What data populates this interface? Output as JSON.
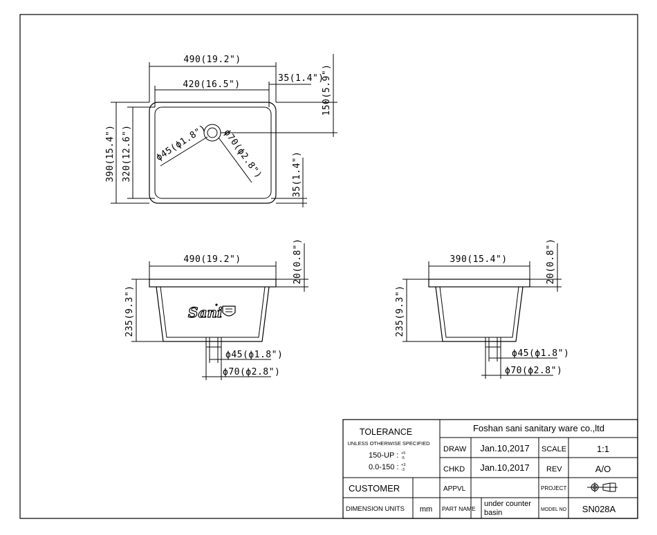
{
  "drawing": {
    "top_view": {
      "overall_width": "490(19.2\")",
      "inner_width": "420(16.5\")",
      "rim_right": "35(1.4\")",
      "overall_depth": "390(15.4\")",
      "inner_depth": "320(12.6\")",
      "drain_center_offset": "150(5.9\")",
      "rim_bottom": "35(1.4\")",
      "drain_small": "ϕ45(ϕ1.8\")",
      "drain_large": "ϕ70(ϕ2.8\")"
    },
    "front_view": {
      "width": "490(19.2\")",
      "rim_thickness": "20(0.8\")",
      "height": "235(9.3\")",
      "drain_small": "ϕ45(ϕ1.8\")",
      "drain_large": "ϕ70(ϕ2.8\")",
      "logo_text": "Sani"
    },
    "side_view": {
      "width": "390(15.4\")",
      "rim_thickness": "20(0.8\")",
      "height": "235(9.3\")",
      "drain_small": "ϕ45(ϕ1.8\")",
      "drain_large": "ϕ70(ϕ2.8\")"
    }
  },
  "title_block": {
    "tolerance_label": "TOLERANCE",
    "unless_label": "UNLESS OTHERWISE SPECIFIED",
    "tol_line1": "150-UP :",
    "tol_line1_sup": "+5",
    "tol_line1_sub": "-5",
    "tol_line2": "0.0-150 :",
    "tol_line2_sup": "+3",
    "tol_line2_sub": "-3",
    "company": "Foshan sani sanitary ware co.,ltd",
    "draw_label": "DRAW",
    "draw_date": "Jan.10,2017",
    "scale_label": "SCALE",
    "scale_value": "1:1",
    "chkd_label": "CHKD",
    "chkd_date": "Jan.10,2017",
    "rev_label": "REV",
    "rev_value": "A/O",
    "customer_label": "CUSTOMER",
    "appvl_label": "APPVL",
    "project_label": "PROJECT",
    "dimension_units_label": "DIMENSION UNITS",
    "dimension_units_value": "mm",
    "part_name_label": "PART NAME",
    "part_name_line1": "under counter",
    "part_name_line2": "basin",
    "model_no_label": "MODEL NO",
    "model_no_value": "SN028A"
  }
}
